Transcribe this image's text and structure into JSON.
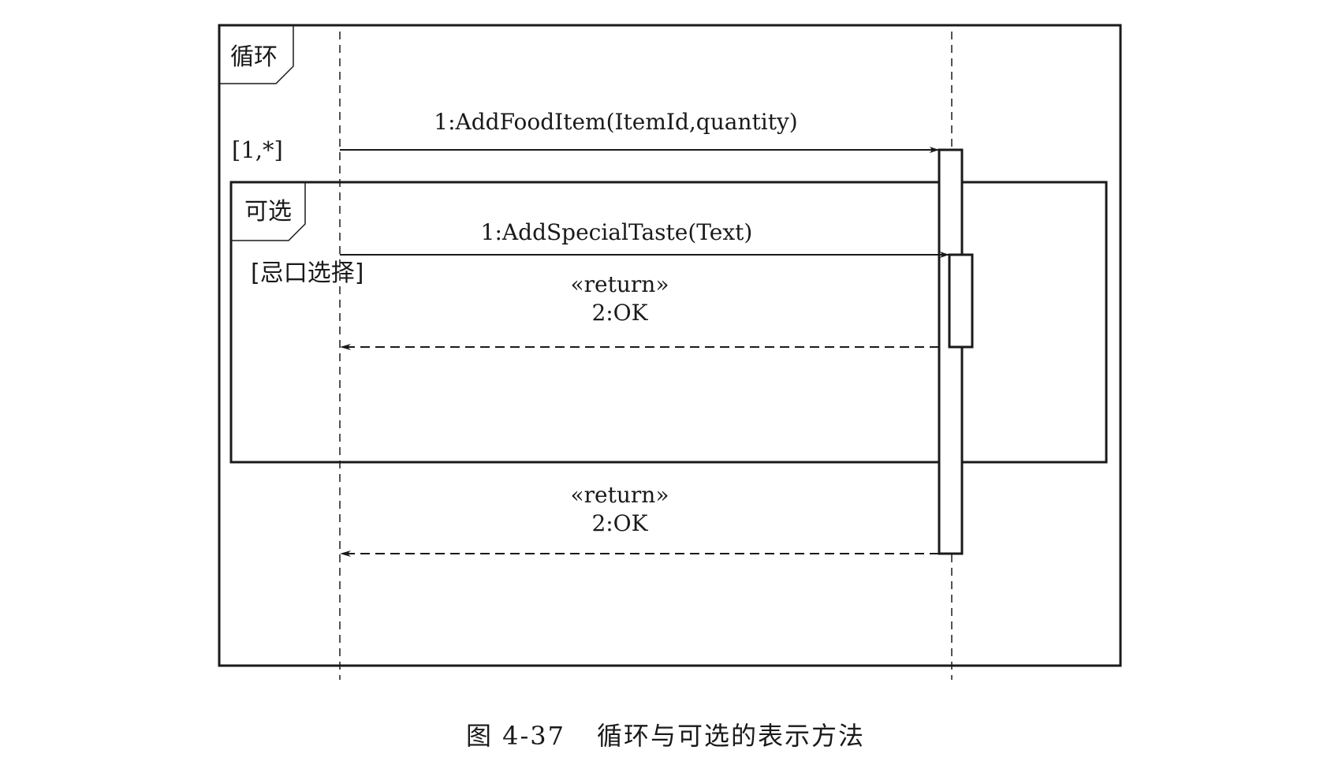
{
  "loop_fragment": {
    "operator": "循环",
    "guard": "[1,*]"
  },
  "opt_fragment": {
    "operator": "可选",
    "guard": "[忌口选择]"
  },
  "messages": {
    "m1": "1:AddFoodItem(ItemId,quantity)",
    "m2": "1:AddSpecialTaste(Text)",
    "r1_stereotype": "«return»",
    "r1_label": "2:OK",
    "r2_stereotype": "«return»",
    "r2_label": "2:OK"
  },
  "caption": {
    "number": "图 4-37",
    "title": "循环与可选的表示方法"
  }
}
